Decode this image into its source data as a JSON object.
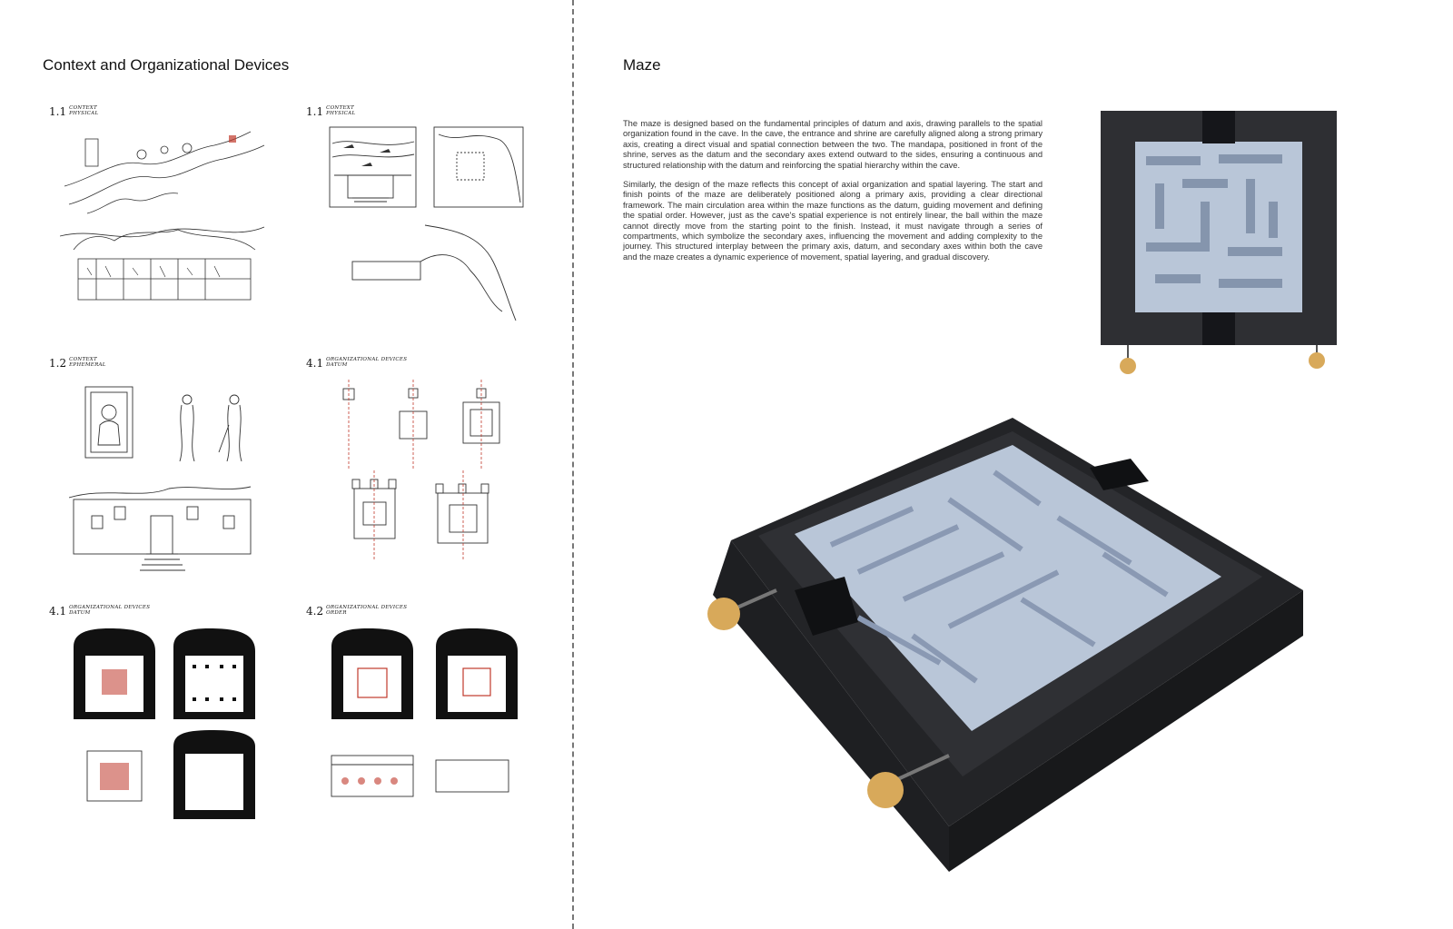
{
  "left_page": {
    "title": "Context and Organizational Devices",
    "panels": [
      {
        "number": "1.1",
        "sub1": "CONTEXT",
        "sub2": "PHYSICAL"
      },
      {
        "number": "1.1",
        "sub1": "CONTEXT",
        "sub2": "PHYSICAL"
      },
      {
        "number": "1.2",
        "sub1": "CONTEXT",
        "sub2": "EPHEMERAL"
      },
      {
        "number": "4.1",
        "sub1": "ORGANIZATIONAL DEVICES",
        "sub2": "DATUM"
      },
      {
        "number": "4.1",
        "sub1": "ORGANIZATIONAL DEVICES",
        "sub2": "DATUM"
      },
      {
        "number": "4.2",
        "sub1": "ORGANIZATIONAL DEVICES",
        "sub2": "ORDER"
      }
    ]
  },
  "right_page": {
    "title": "Maze",
    "paragraphs": [
      "The maze is designed based on the fundamental principles of datum and axis, drawing parallels to the spatial organization found in the cave. In the cave, the entrance and shrine are carefully aligned along a strong primary axis, creating a direct visual and spatial connection between the two. The mandapa, positioned in front of the shrine, serves as the datum and the secondary axes extend outward to the sides, ensuring a continuous and structured relationship with the datum and reinforcing the spatial hierarchy within the cave.",
      "Similarly, the design of the maze reflects this concept of axial organization and spatial layering. The start and finish points of the maze are deliberately positioned along a primary axis, providing a clear directional framework. The main circulation area within the maze functions as the datum, guiding movement and defining the spatial order. However, just as the cave's spatial experience is not entirely linear, the ball within the maze cannot directly move from the starting point to the finish. Instead, it must navigate through a series of compartments, which symbolize the secondary axes, influencing the movement and adding complexity to the journey. This structured interplay between the primary axis, datum, and secondary axes within both the cave and the maze creates a dynamic experience of movement, spatial layering, and gradual discovery."
    ]
  },
  "colors": {
    "accent_red": "#c0392b",
    "frame": "#2b2b2d",
    "maze_glass": "#b9c6d8"
  }
}
